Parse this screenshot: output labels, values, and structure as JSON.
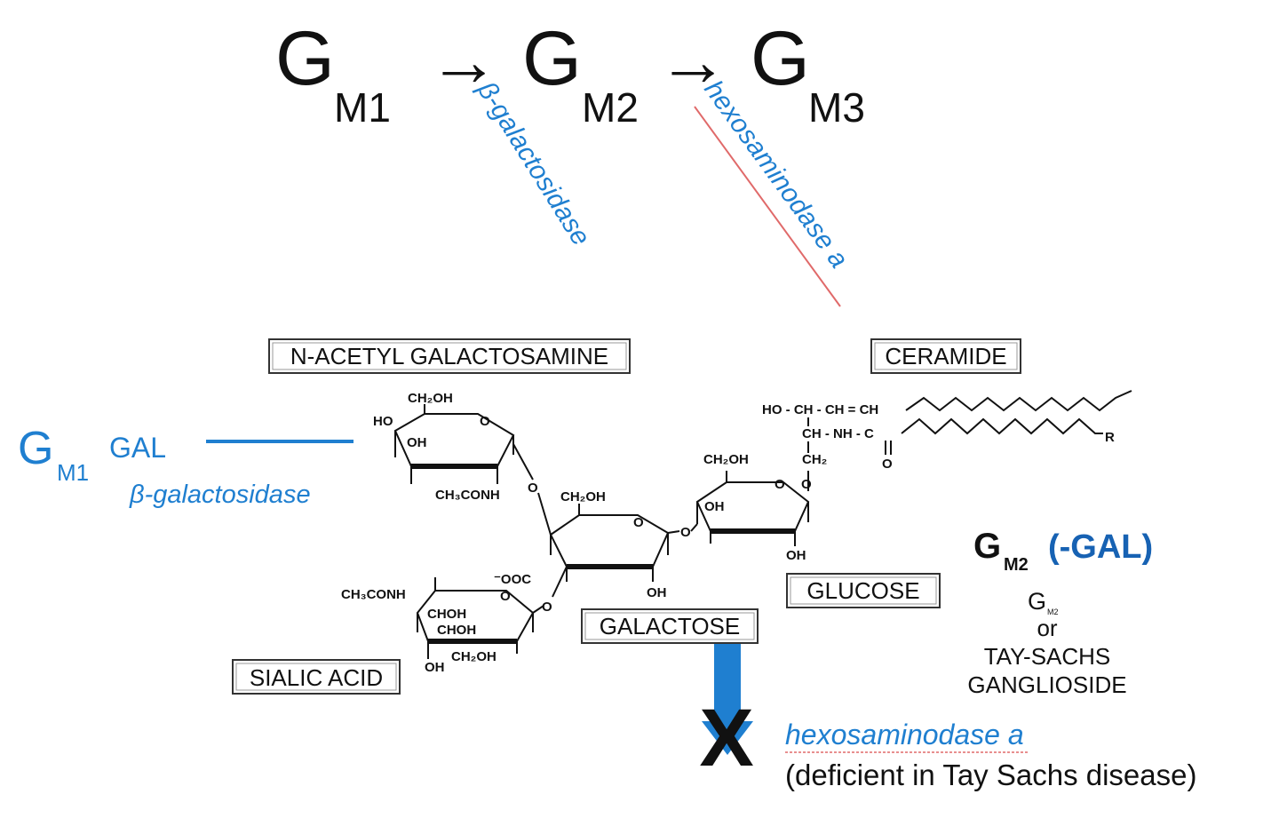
{
  "colors": {
    "blue": "#1f7fd0",
    "dark_blue": "#1762b3",
    "black": "#111111",
    "squiggle": "#e06a6a"
  },
  "pathway": {
    "gm1": {
      "letter": "G",
      "sub": "M1"
    },
    "gm2": {
      "letter": "G",
      "sub": "M2"
    },
    "gm3": {
      "letter": "G",
      "sub": "M3"
    },
    "arrow_glyph": "→",
    "enzyme1": "β-galactosidase",
    "enzyme2": "hexosaminodase a"
  },
  "labels": {
    "nacetyl": "N-ACETYL GALACTOSAMINE",
    "ceramide": "CERAMIDE",
    "glucose": "GLUCOSE",
    "galactose": "GALACTOSE",
    "sialic": "SIALIC ACID"
  },
  "left_note": {
    "g": "G",
    "sub": "M1",
    "gal": "GAL",
    "enzyme": "β-galactosidase"
  },
  "right_note": {
    "g": "G",
    "sub": "M2",
    "minus_gal": "(-GAL)",
    "small_g": "G",
    "small_sub": "M2",
    "or": "or",
    "line1": "TAY-SACHS",
    "line2": "GANGLIOSIDE"
  },
  "bottom_note": {
    "x_mark": "X",
    "enzyme": "hexosaminodase a",
    "deficient": "(deficient in Tay Sachs disease)"
  },
  "chem": {
    "ho": "HO",
    "oh": "OH",
    "ch2oh": "CH₂OH",
    "ch3conh": "CH₃CONH",
    "o": "O",
    "coo": "⁻OOC",
    "choh": "CHOH",
    "ch2": "CH₂",
    "r": "R",
    "ceramide_row1": "HO - CH - CH = CH",
    "ceramide_row2": "CH - NH - C"
  }
}
